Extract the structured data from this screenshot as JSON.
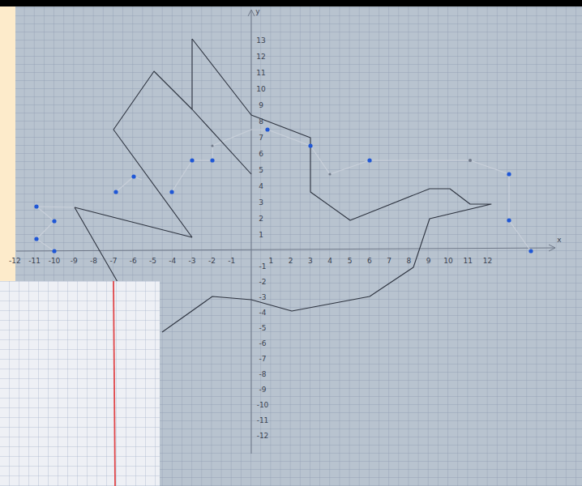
{
  "diagram": {
    "labels": [
      "y",
      "13",
      "12",
      "11",
      "10",
      "9",
      "8",
      "7",
      "6",
      "5",
      "4",
      "3",
      "2",
      "1",
      "-12",
      "-11",
      "-10",
      "-9",
      "-8",
      "-7",
      "-6",
      "-5",
      "-4",
      "-3",
      "-2",
      "-1",
      "1",
      "2",
      "3",
      "4",
      "5",
      "6",
      "7",
      "8",
      "9",
      "10",
      "11",
      "12",
      "x",
      "-1",
      "-2",
      "-3",
      "-4",
      "-5",
      "-6",
      "-7",
      "-8",
      "-9",
      "-10",
      "-11",
      "-12"
    ]
  }
}
